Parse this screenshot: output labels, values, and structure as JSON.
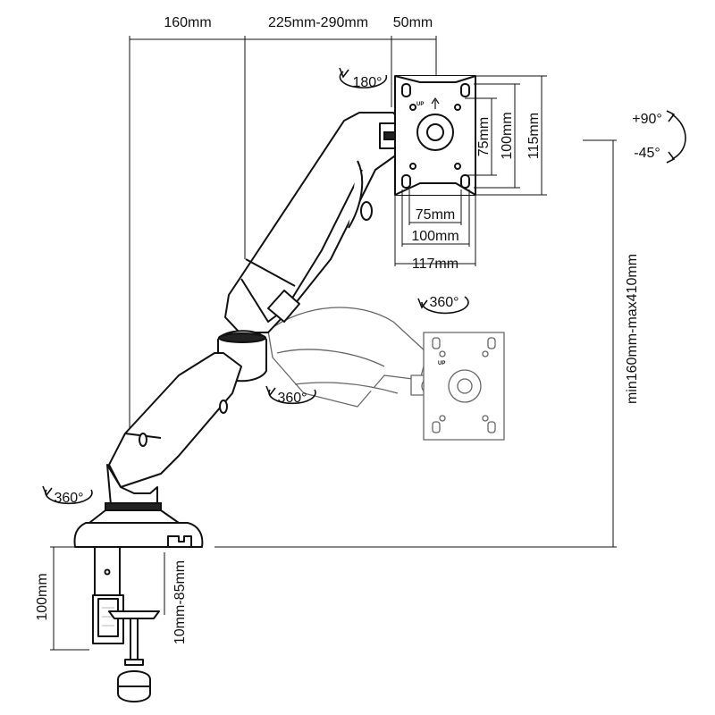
{
  "dimensions": {
    "top_left_offset": "160mm",
    "arm_reach": "225mm-290mm",
    "plate_offset": "50mm",
    "vesa_v_75": "75mm",
    "vesa_v_100": "100mm",
    "plate_height": "115mm",
    "vesa_h_75": "75mm",
    "vesa_h_100": "100mm",
    "plate_width": "117mm",
    "height_range": "min160mm-max410mm",
    "clamp_height": "100mm",
    "desk_thickness": "10mm-85mm"
  },
  "rotations": {
    "plate_rotation": "180°",
    "tilt_up": "+90°",
    "tilt_down": "-45°",
    "swivel_upper": "360°",
    "swivel_middle": "360°",
    "swivel_base": "360°"
  },
  "plate_marking": "UP"
}
